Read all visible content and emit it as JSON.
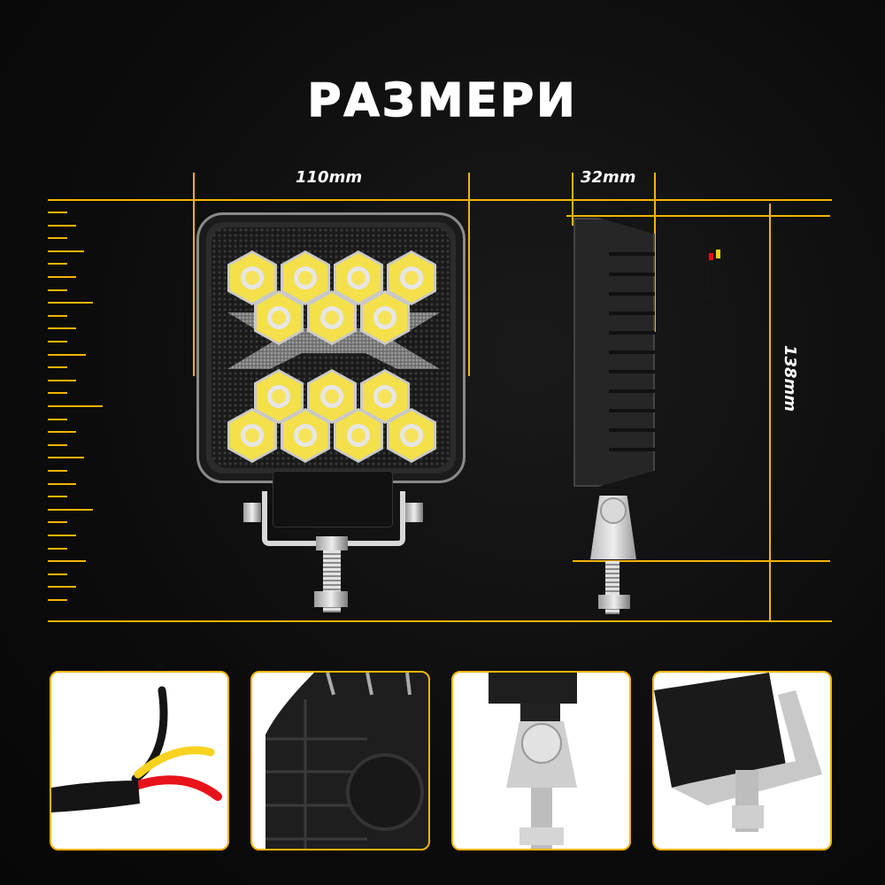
{
  "title": "РАЗМЕРИ",
  "dimensions": {
    "width": "110mm",
    "depth": "32mm",
    "height": "138mm"
  },
  "colors": {
    "accent": "#f5b400",
    "background": "#0c0c0c",
    "text": "#ffffff",
    "led": "#f4e04a",
    "wire_yellow": "#f7d21e",
    "wire_red": "#e8121a"
  },
  "ruler": {
    "tick_count": 31
  },
  "front_view": {
    "led_rows": [
      4,
      3,
      3,
      4
    ],
    "total_leds": 14
  },
  "thumbnails": [
    {
      "id": "cable",
      "label": "cable-wires-detail"
    },
    {
      "id": "housing",
      "label": "housing-fins-detail"
    },
    {
      "id": "mount-side",
      "label": "mount-bracket-side-detail"
    },
    {
      "id": "mount-angle",
      "label": "mount-bracket-angle-detail"
    }
  ]
}
